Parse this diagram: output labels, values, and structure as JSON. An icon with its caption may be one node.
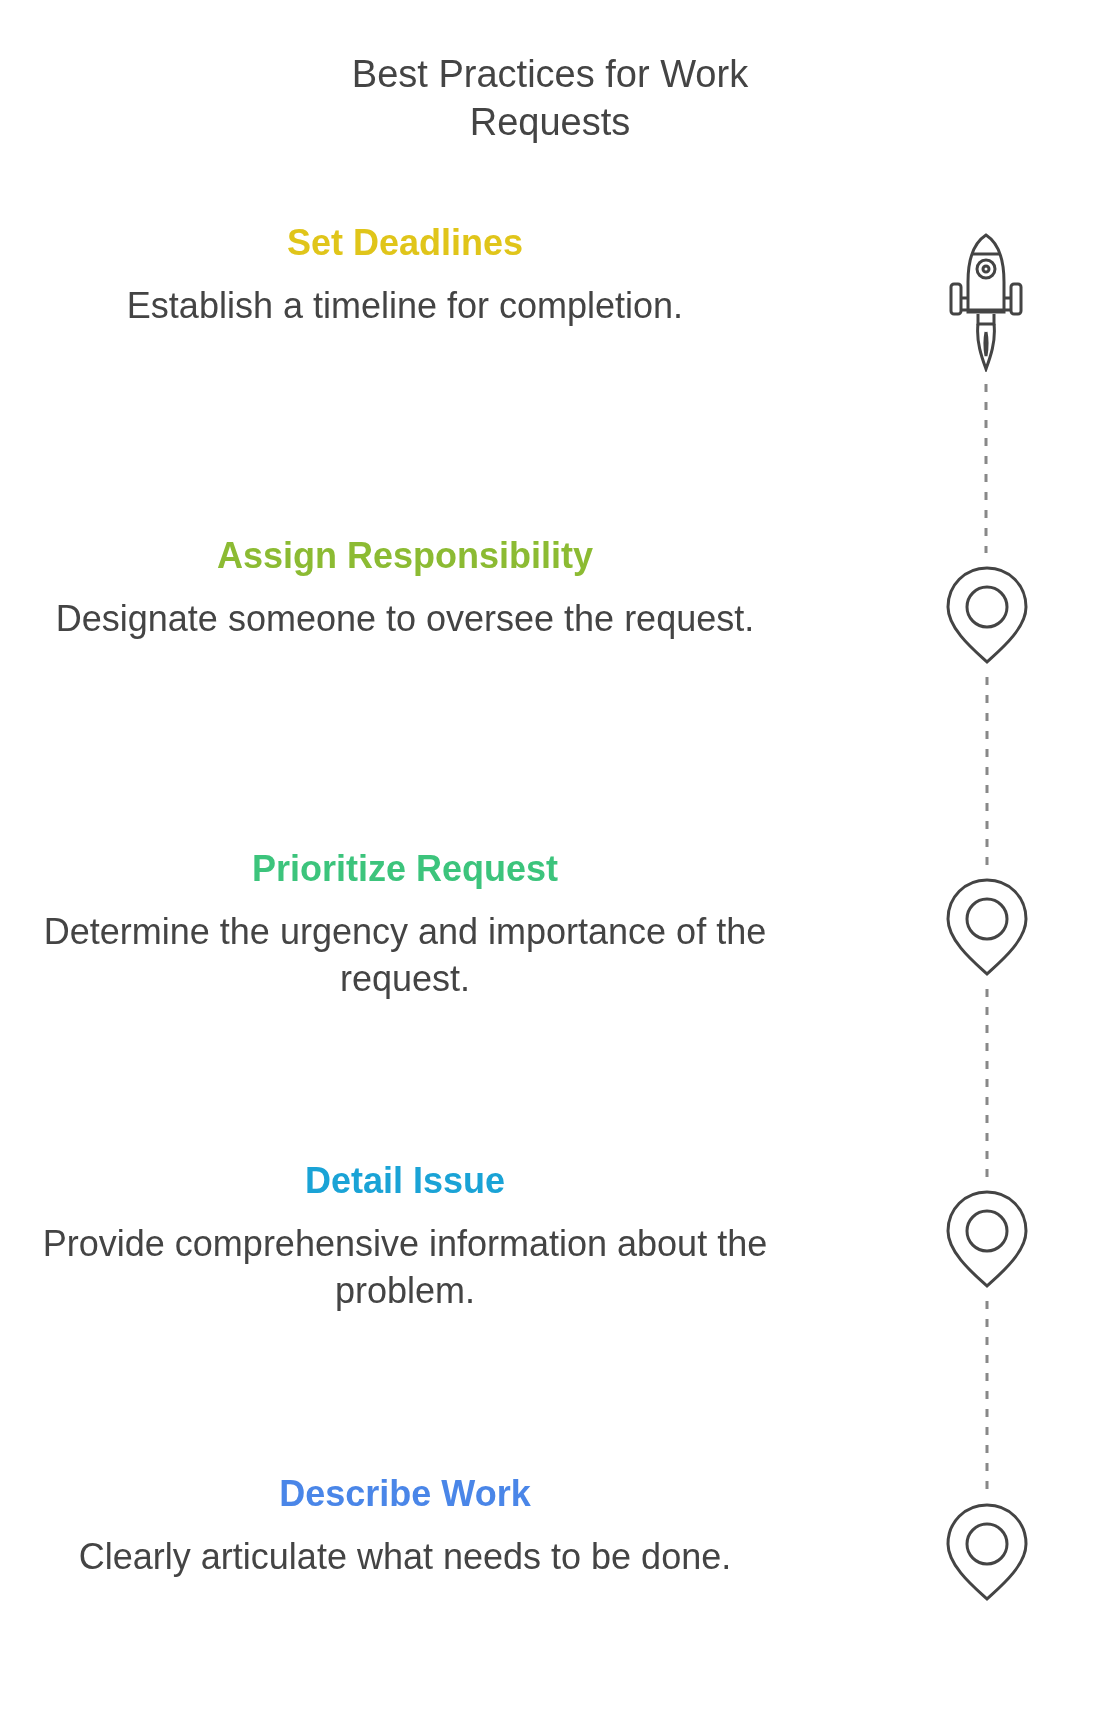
{
  "diagram": {
    "title": "Best Practices for Work Requests",
    "nodes": [
      {
        "text": [
          "Set Deadlines",
          "Establish a timeline for completion."
        ]
      },
      {
        "text": [
          "Assign Responsibility",
          "Designate someone to oversee the request."
        ]
      },
      {
        "text": [
          "Prioritize Request",
          "Determine the urgency and importance of the request."
        ]
      },
      {
        "text": [
          "Detail Issue",
          "Provide comprehensive information about the problem."
        ]
      },
      {
        "text": [
          "Describe Work",
          "Clearly articulate what needs to be done."
        ]
      },
      {
        "text": [],
        "shape": "rocket"
      },
      {
        "text": [],
        "shape": "pin"
      },
      {
        "text": [],
        "shape": "pin"
      },
      {
        "text": [],
        "shape": "pin"
      },
      {
        "text": [],
        "shape": "pin"
      }
    ],
    "edges": [
      {
        "from": 5,
        "to": 6,
        "arrow": "none",
        "style": "dashed"
      },
      {
        "from": 6,
        "to": 7,
        "arrow": "none",
        "style": "dashed"
      },
      {
        "from": 7,
        "to": 8,
        "arrow": "none",
        "style": "dashed"
      },
      {
        "from": 8,
        "to": 9,
        "arrow": "none",
        "style": "dashed"
      }
    ]
  }
}
